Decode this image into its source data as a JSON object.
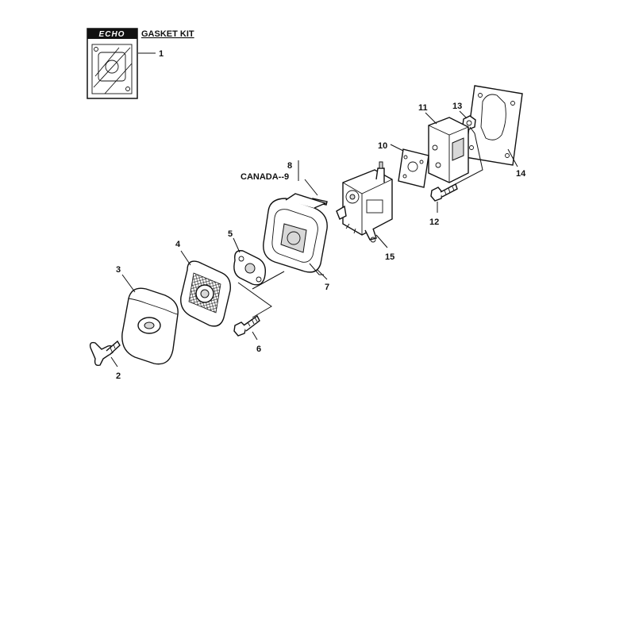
{
  "kit": {
    "brand": "ECHO",
    "title": "GASKET KIT"
  },
  "labels": {
    "p1": "1",
    "p2": "2",
    "p3": "3",
    "p4": "4",
    "p5": "5",
    "p6": "6",
    "p7": "7",
    "p8": "8",
    "p9": "CANADA--9",
    "p10": "10",
    "p11": "11",
    "p12": "12",
    "p13": "13",
    "p14": "14",
    "p15": "15"
  }
}
